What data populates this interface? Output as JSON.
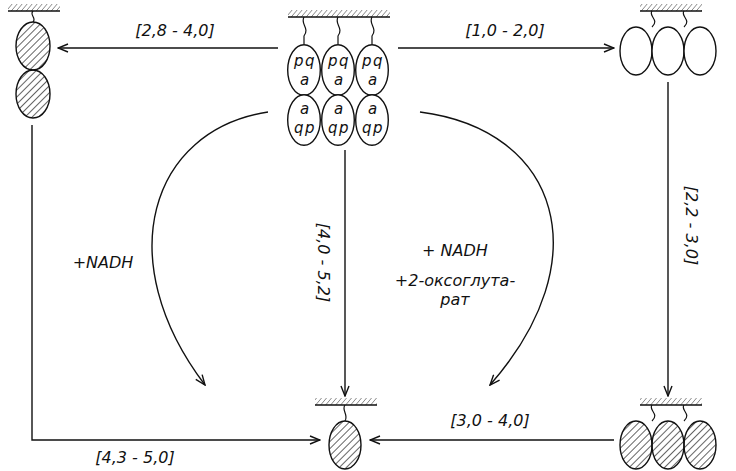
{
  "diagram": {
    "nodes": [
      {
        "text": [
          "p",
          "q",
          "a"
        ]
      },
      {
        "text": [
          "p",
          "q",
          "a"
        ]
      },
      {
        "text": [
          "p",
          "q",
          "a"
        ]
      },
      {
        "text": [
          "a",
          "q",
          "p"
        ]
      },
      {
        "text": [
          "a",
          "q",
          "p"
        ]
      },
      {
        "text": [
          "a",
          "q",
          "p"
        ]
      }
    ],
    "labels": [
      "[2,8 - 4,0]",
      "[1,0 - 2,0]",
      "[4,0 - 5,2]",
      "[2,2 - 3,0]",
      "[4,3 - 5,0]",
      "[3,0 - 4,0]",
      "+NADH",
      "+ NADH",
      "+2-оксоглута- рат"
    ]
  }
}
